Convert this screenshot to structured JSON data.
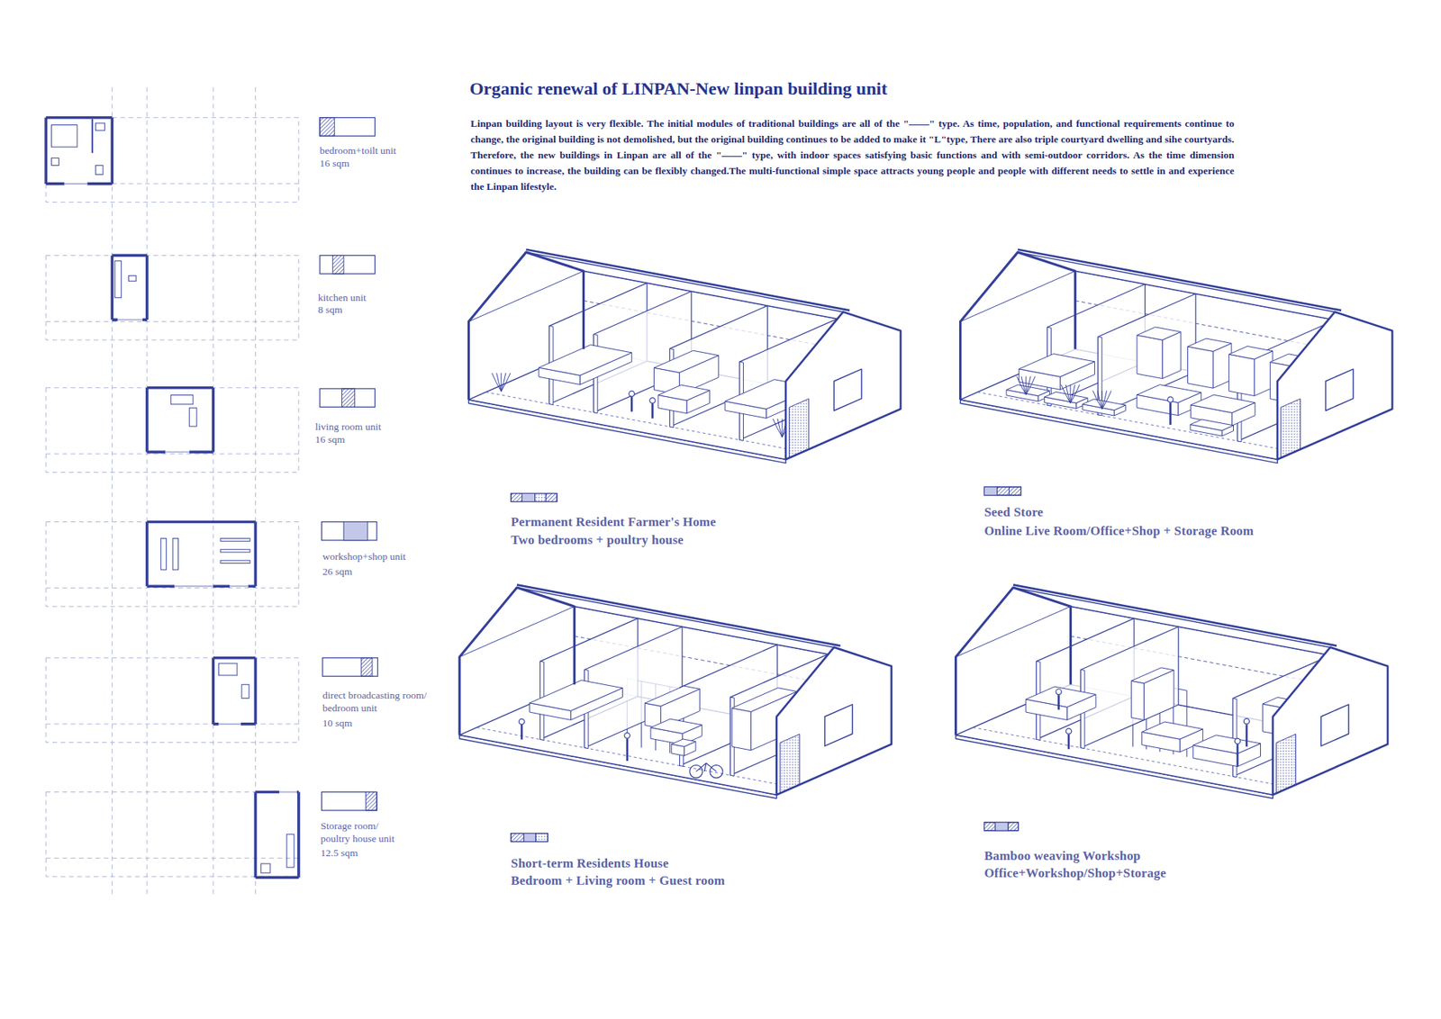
{
  "diagram": {
    "title": "Organic renewal of LINPAN-New linpan building unit",
    "labels": [
      "Linpan building layout is very flexible. The initial modules of traditional buildings are all of the \"——\" type. As time, population, and functional requirements continue to change, the original building is not demolished, but the original building continues to be added to make it \"L\"type, There are also triple courtyard dwelling and sihe courtyards. Therefore, the new buildings in Linpan are all of the \"——\" type, with indoor spaces satisfying basic functions and with semi-outdoor corridors. As the time dimension continues to increase, the building can be flexibly changed.The multi-functional simple space attracts young people and people with different needs to settle in and experience the Linpan lifestyle.",
      "bedroom+toilt unit",
      "16 sqm",
      "kitchen unit",
      "8 sqm",
      "living room unit",
      "16 sqm",
      "workshop+shop unit",
      "26 sqm",
      "direct broadcasting room/ bedroom unit",
      "10 sqm",
      "Storage room/ poultry house unit",
      "12.5 sqm",
      "Permanent Resident Farmer's Home",
      "Two bedrooms + poultry house",
      "Seed Store",
      "Online Live Room/Office+Shop + Storage Room",
      "Short-term Residents House",
      "Bedroom + Living room + Guest room",
      "Bamboo weaving Workshop",
      "Office+Workshop/Shop+Storage"
    ]
  }
}
